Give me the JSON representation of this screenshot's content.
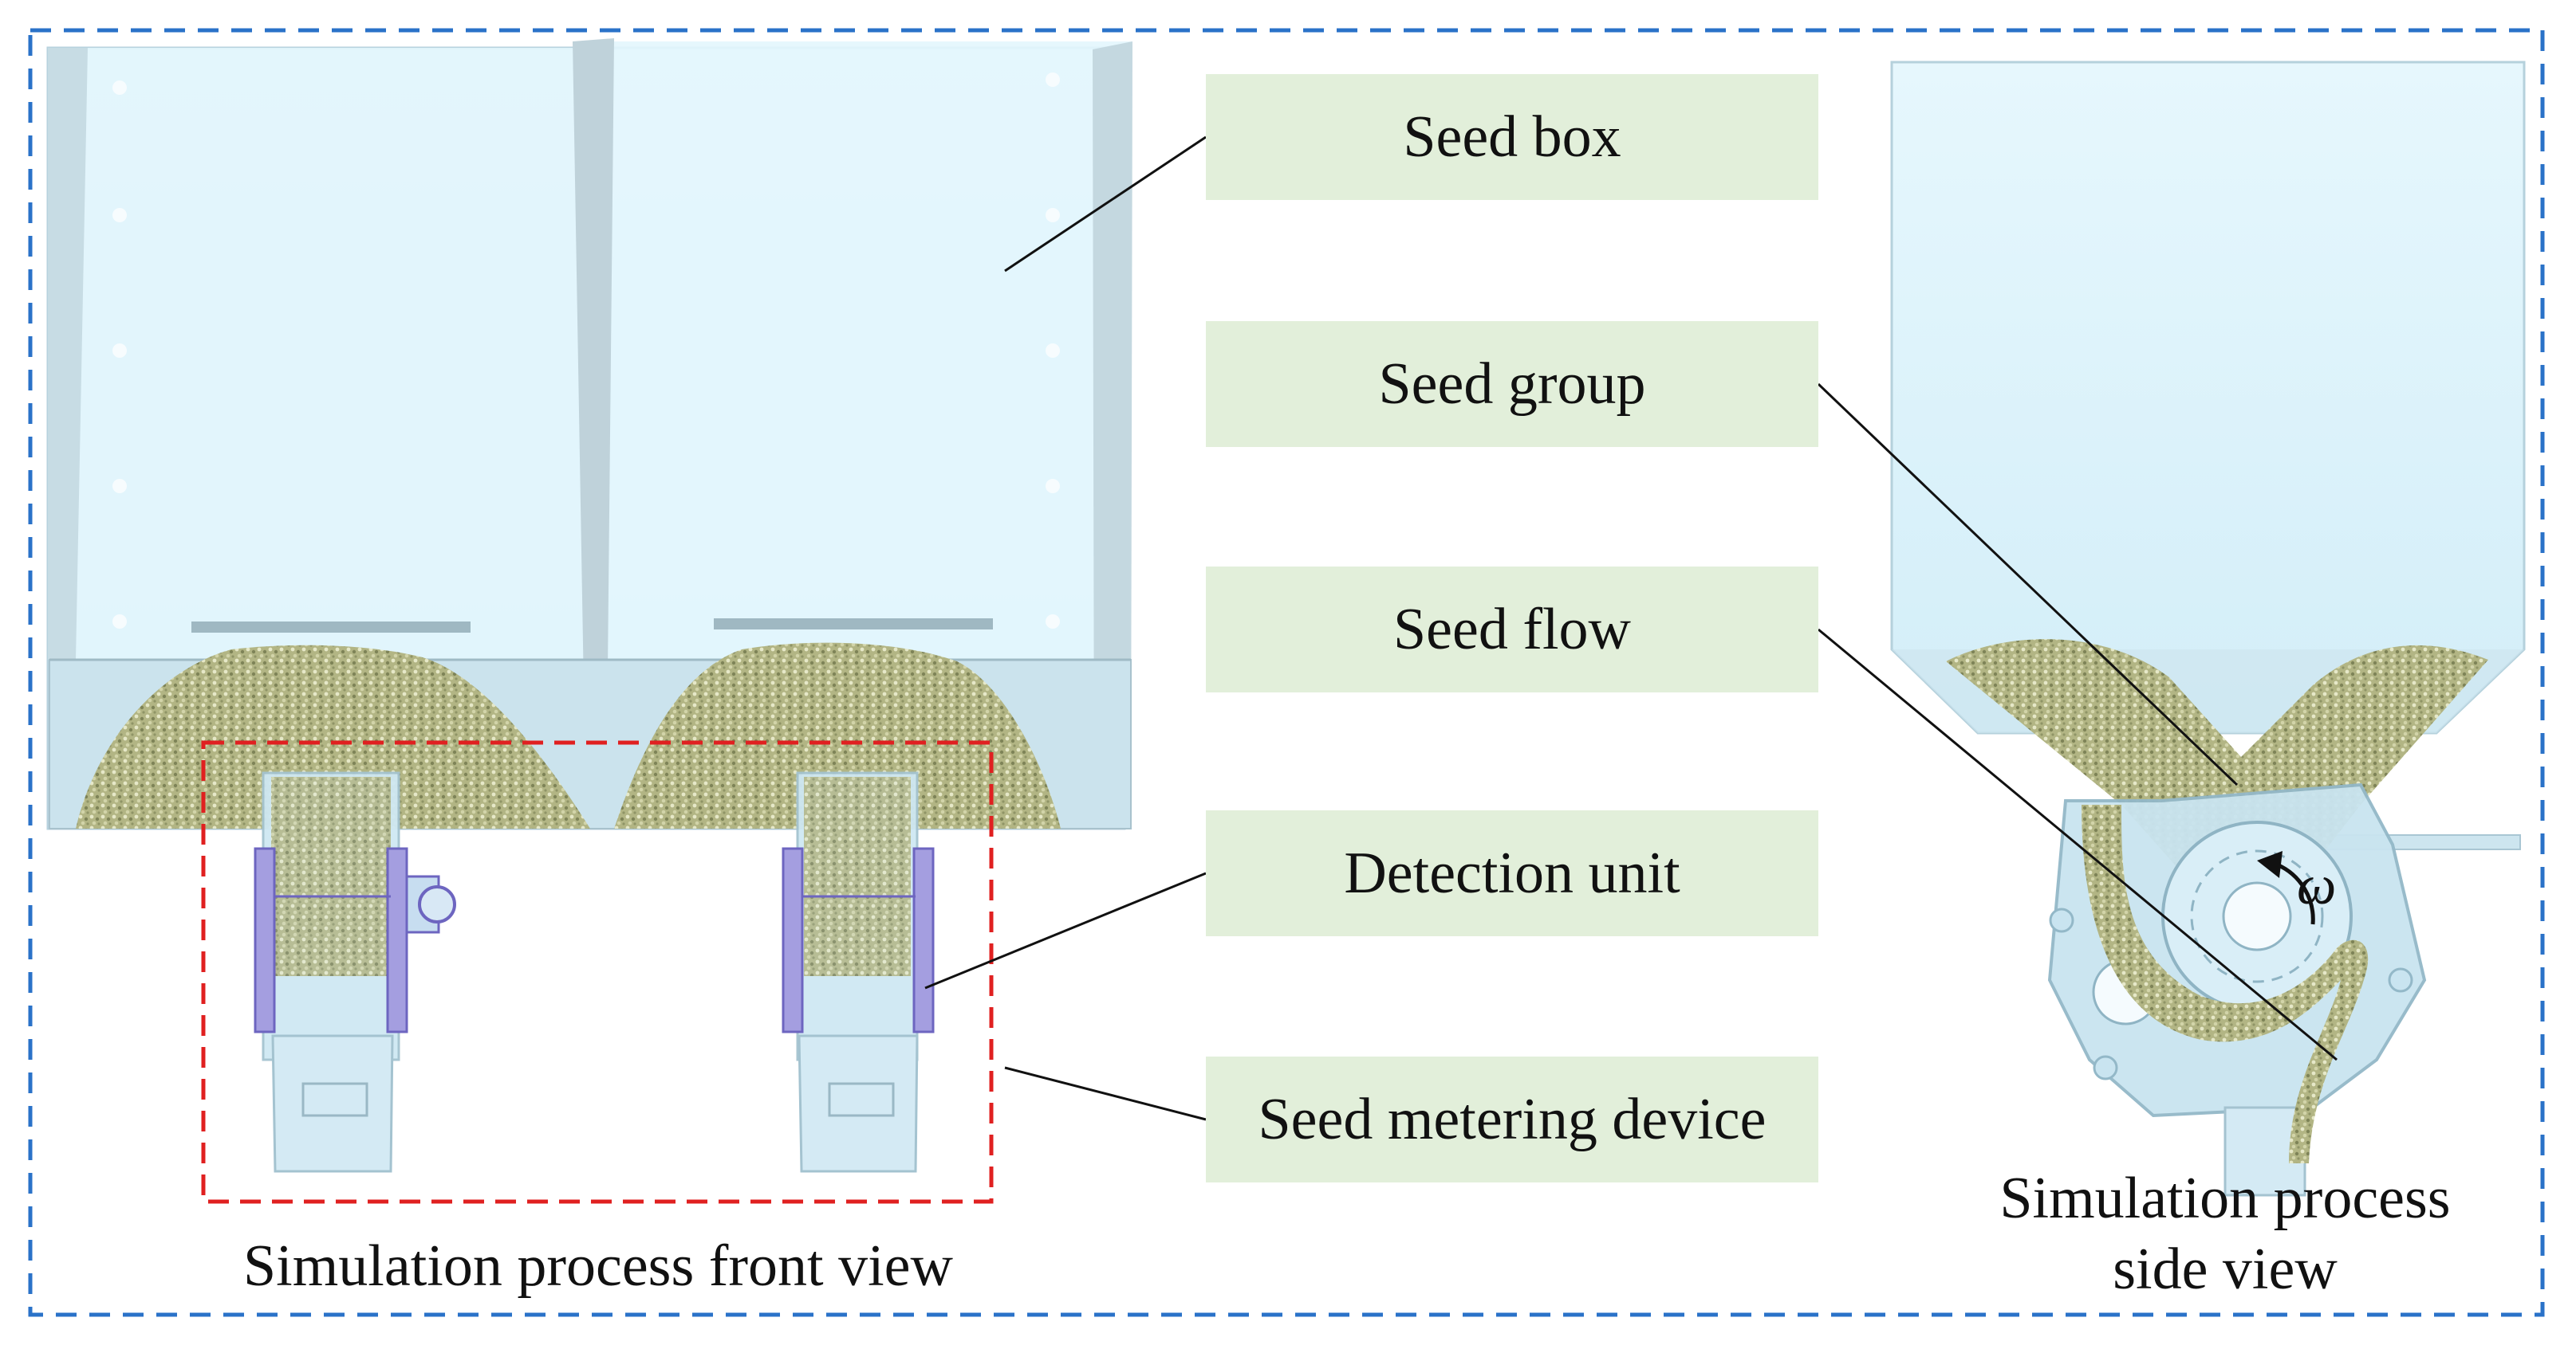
{
  "labels": {
    "seed_box": "Seed box",
    "seed_group": "Seed group",
    "seed_flow": "Seed flow",
    "detection_unit": "Detection unit",
    "seed_metering_device": "Seed metering device"
  },
  "captions": {
    "front_view": "Simulation process front view",
    "side_view_line1": "Simulation process",
    "side_view_line2": "side view"
  },
  "symbols": {
    "angular_velocity": "ω"
  },
  "colors": {
    "outer_frame": "#2a72c8",
    "highlight_frame": "#e02020",
    "label_fill": "#e2efda",
    "hopper_fill": "#dff3fb",
    "hopper_edge": "#a9c6d3",
    "seed_fill": "#a9ad7c",
    "metering_fill": "#c9e4f0",
    "disc_accent": "#7b72c9"
  },
  "icons": {
    "rotation": "curved-arrow-icon"
  }
}
